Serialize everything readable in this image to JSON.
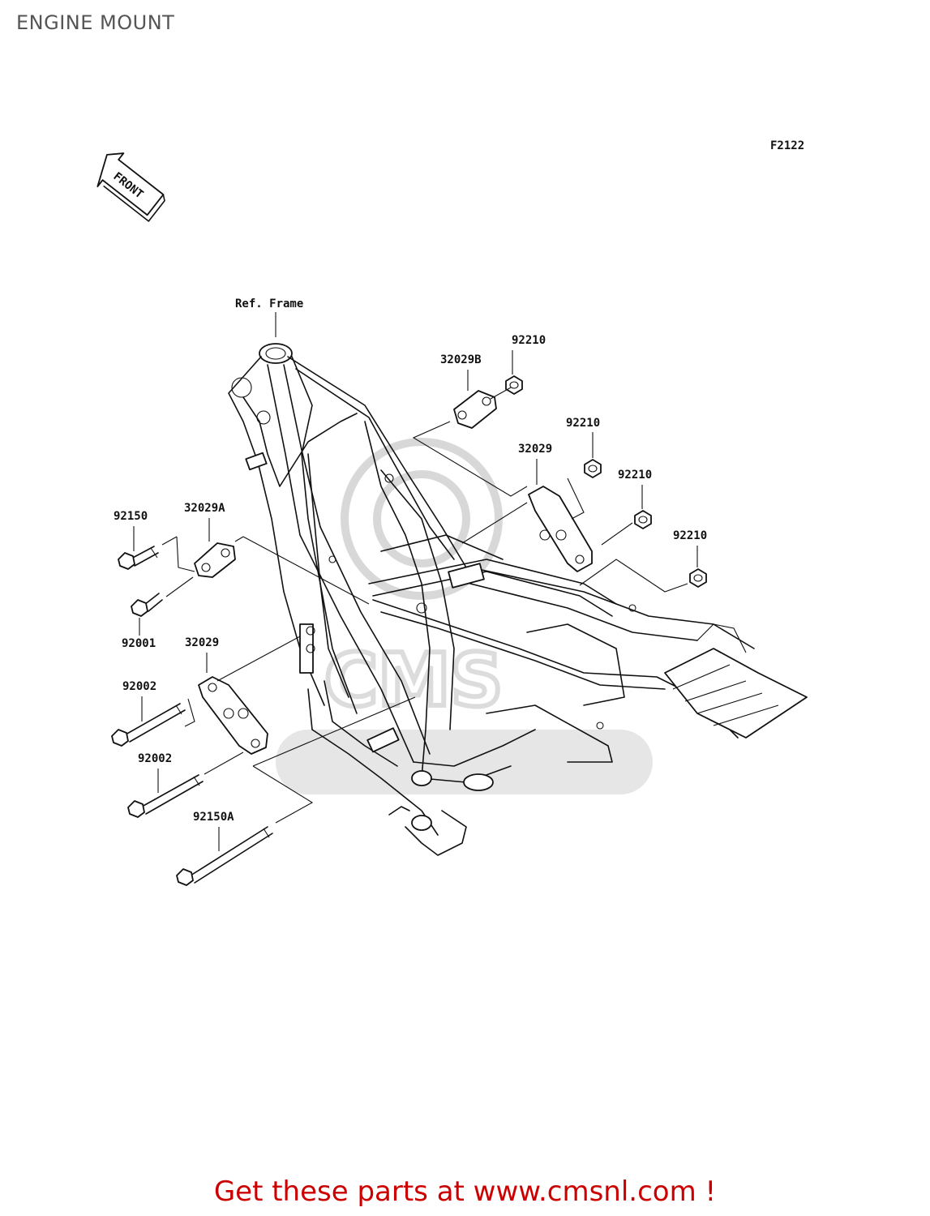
{
  "title": "ENGINE MOUNT",
  "figure_code": "F2122",
  "front_arrow_text": "FRONT",
  "ref_label": "Ref. Frame",
  "labels": {
    "p92210_a": "92210",
    "p32029B": "32029B",
    "p92210_b": "92210",
    "p32029_a": "32029",
    "p92210_c": "92210",
    "p92210_d": "92210",
    "p92150": "92150",
    "p32029A": "32029A",
    "p92001": "92001",
    "p32029_b": "32029",
    "p92002_a": "92002",
    "p92002_b": "92002",
    "p92150A": "92150A"
  },
  "footer_text": "Get these parts at www.cmsnl.com !",
  "colors": {
    "footer": "#cc0000",
    "title": "#555555",
    "watermark": "#d8d8d8"
  }
}
